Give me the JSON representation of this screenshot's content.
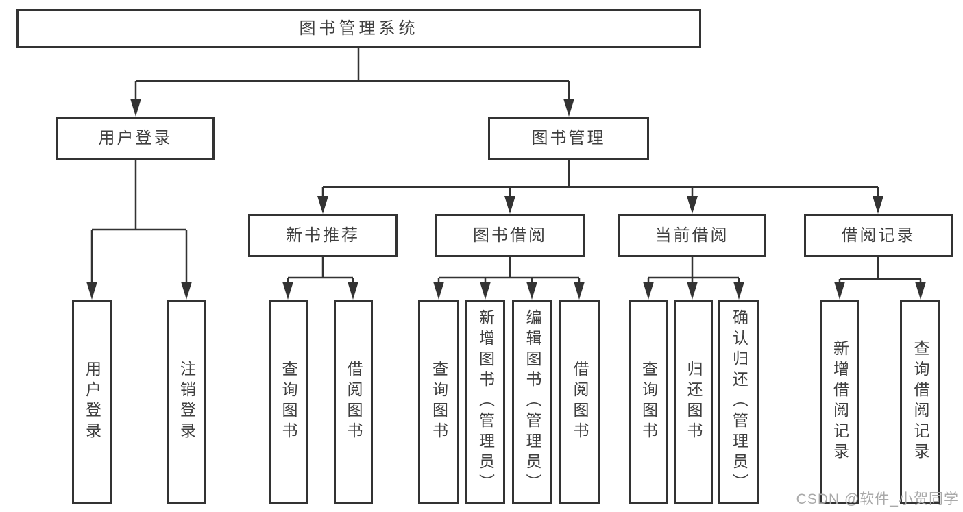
{
  "diagram": {
    "nodes": {
      "root": "图书管理系统",
      "user_login": "用户登录",
      "book_mgmt": "图书管理",
      "new_books": "新书推荐",
      "book_borrow": "图书借阅",
      "current_borrow": "当前借阅",
      "borrow_records": "借阅记录"
    },
    "leaves": {
      "user_login": [
        "用户登录",
        "注销登录"
      ],
      "new_books": [
        "查询图书",
        "借阅图书"
      ],
      "book_borrow": [
        "查询图书",
        "新增图书（管理员）",
        "编辑图书（管理员）",
        "借阅图书"
      ],
      "current_borrow": [
        "查询图书",
        "归还图书",
        "确认归还（管理员）"
      ],
      "borrow_records": [
        "新增借阅记录",
        "查询借阅记录"
      ]
    },
    "watermark": "CSDN @软件_小贺同学",
    "colors": {
      "line": "#333333",
      "text": "#3f3f3f",
      "watermark": "#a9a9a9",
      "background": "#ffffff"
    }
  }
}
